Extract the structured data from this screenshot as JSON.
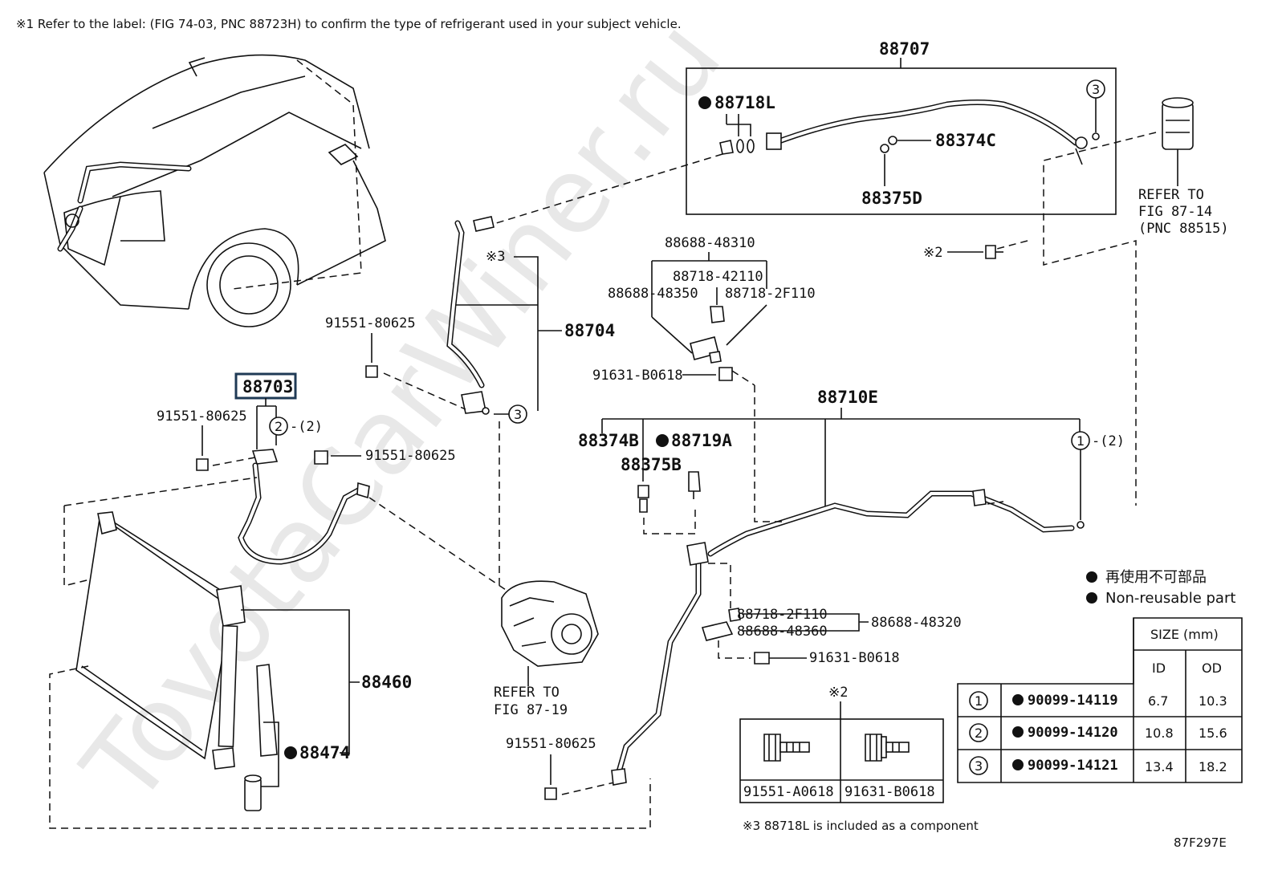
{
  "header_note": "※1 Refer to the label: (FIG 74-03, PNC 88723H) to confirm the type of refrigerant used in your subject vehicle.",
  "watermark": "ToyotaCarWiner.ru",
  "figure_code": "87F297E",
  "parts": {
    "p88707": "88707",
    "p88718L": "88718L",
    "p88374C": "88374C",
    "p88375D": "88375D",
    "refer_87_14_a": "REFER TO",
    "refer_87_14_b": "FIG 87-14",
    "refer_87_14_c": "(PNC 88515)",
    "star2_bolt": "※2",
    "p88688_48310": "88688-48310",
    "p88718_42110": "88718-42110",
    "p88688_48350": "88688-48350",
    "p88718_2F110_top": "88718-2F110",
    "p91631_B0618_top": "91631-B0618",
    "star3": "※3",
    "p88704": "88704",
    "p91551_80625_a": "91551-80625",
    "p88703": "88703",
    "p91551_80625_b": "91551-80625",
    "circle2_label": "2",
    "circle2_suffix": "-(2)",
    "p91551_80625_c": "91551-80625",
    "circle3_label": "3",
    "circle3_top_label": "3",
    "p88710E": "88710E",
    "p88374B": "88374B",
    "p88719A": "88719A",
    "p88375B": "88375B",
    "circle1_label": "1",
    "circle1_suffix": "-(2)",
    "p88460": "88460",
    "p88474": "88474",
    "refer_87_19_a": "REFER TO",
    "refer_87_19_b": "FIG 87-19",
    "p88718_2F110_low": "88718-2F110",
    "p88688_48360": "88688-48360",
    "p88688_48320": "88688-48320",
    "p91631_B0618_low": "91631-B0618",
    "p91551_80625_d": "91551-80625"
  },
  "legend": {
    "jp": "再使用不可部品",
    "en": "Non-reusable part"
  },
  "bolt_box": {
    "title": "※2",
    "left": "91551-A0618",
    "right": "91631-B0618"
  },
  "footnote": "※3 88718L is included as a component",
  "size_table": {
    "header": "SIZE (mm)",
    "col_id": "ID",
    "col_od": "OD",
    "rows": [
      {
        "num": "1",
        "part": "90099-14119",
        "id": "6.7",
        "od": "10.3"
      },
      {
        "num": "2",
        "part": "90099-14120",
        "id": "10.8",
        "od": "15.6"
      },
      {
        "num": "3",
        "part": "90099-14121",
        "id": "13.4",
        "od": "18.2"
      }
    ]
  }
}
